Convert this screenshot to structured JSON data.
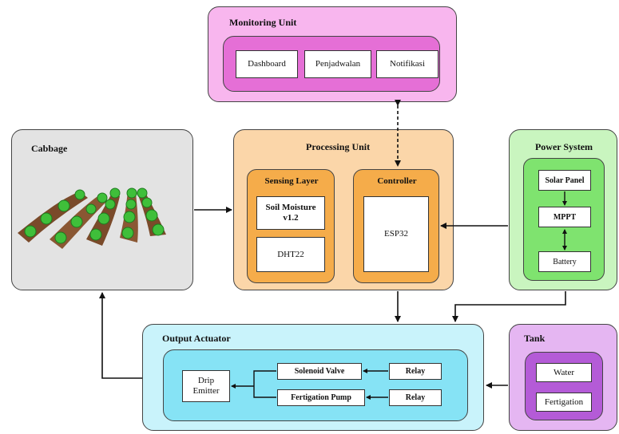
{
  "monitoring": {
    "title": "Monitoring Unit",
    "items": [
      "Dashboard",
      "Penjadwalan",
      "Notifikasi"
    ]
  },
  "cabbage": {
    "title": "Cabbage"
  },
  "processing": {
    "title": "Processing Unit",
    "sensing": {
      "title": "Sensing Layer",
      "sensor1": "Soil Moisture v1.2",
      "sensor2": "DHT22"
    },
    "controller": {
      "title": "Controller",
      "board": "ESP32"
    }
  },
  "power": {
    "title": "Power System",
    "items": [
      "Solar Panel",
      "MPPT",
      "Battery"
    ]
  },
  "output": {
    "title": "Output Actuator",
    "emitter": "Drip Emitter",
    "solenoid": "Solenoid Valve",
    "pump": "Fertigation Pump",
    "relay1": "Relay",
    "relay2": "Relay"
  },
  "tank": {
    "title": "Tank",
    "items": [
      "Water",
      "Fertigation"
    ]
  },
  "colors": {
    "monitoring_outer": "#f8b6ee",
    "monitoring_inner": "#e56fd6",
    "cabbage_bg": "#e3e3e3",
    "processing_outer": "#fbd6a9",
    "processing_inner": "#f5ac4a",
    "power_outer": "#c9f5bf",
    "power_inner": "#7fe36f",
    "output_outer": "#c9f3fb",
    "output_inner": "#86e3f5",
    "tank_outer": "#e5b6f2",
    "tank_inner": "#b45bd7"
  }
}
